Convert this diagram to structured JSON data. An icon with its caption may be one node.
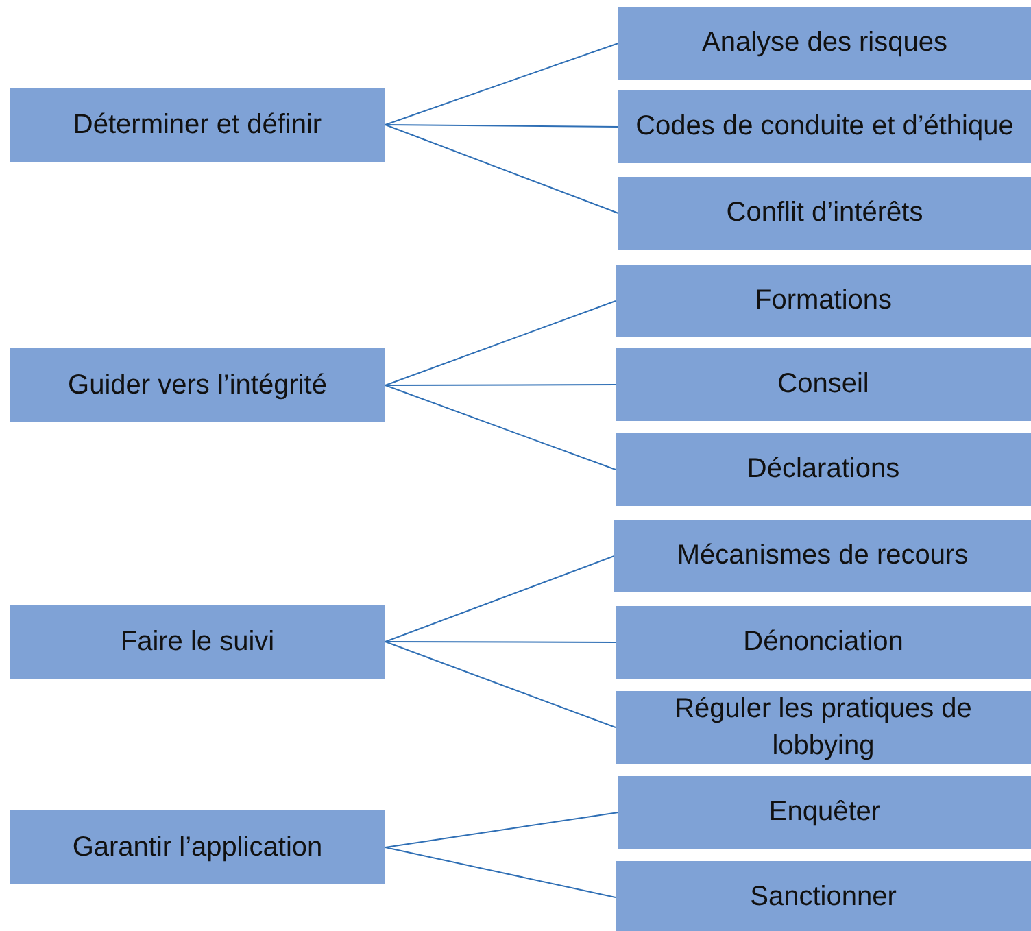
{
  "diagram": {
    "nodes": [
      {
        "text": [
          "Déterminer et définir"
        ]
      },
      {
        "text": [
          "Analyse des risques"
        ]
      },
      {
        "text": [
          "Codes de conduite et d’éthique"
        ]
      },
      {
        "text": [
          "Conflit d’intérêts"
        ]
      },
      {
        "text": [
          "Guider vers l’intégrité"
        ]
      },
      {
        "text": [
          "Formations"
        ]
      },
      {
        "text": [
          "Conseil"
        ]
      },
      {
        "text": [
          "Déclarations"
        ]
      },
      {
        "text": [
          "Faire le suivi"
        ]
      },
      {
        "text": [
          "Mécanismes de recours"
        ]
      },
      {
        "text": [
          "Dénonciation"
        ]
      },
      {
        "text": [
          "Réguler les pratiques de lobbying"
        ]
      },
      {
        "text": [
          "Garantir l’application"
        ]
      },
      {
        "text": [
          "Enquêter"
        ]
      },
      {
        "text": [
          "Sanctionner"
        ]
      }
    ],
    "edges": [
      {
        "from": 0,
        "to": 1,
        "arrow": "none"
      },
      {
        "from": 0,
        "to": 2,
        "arrow": "none"
      },
      {
        "from": 0,
        "to": 3,
        "arrow": "none"
      },
      {
        "from": 4,
        "to": 5,
        "arrow": "none"
      },
      {
        "from": 4,
        "to": 6,
        "arrow": "none"
      },
      {
        "from": 4,
        "to": 7,
        "arrow": "none"
      },
      {
        "from": 8,
        "to": 9,
        "arrow": "none"
      },
      {
        "from": 8,
        "to": 10,
        "arrow": "none"
      },
      {
        "from": 8,
        "to": 11,
        "arrow": "none"
      },
      {
        "from": 12,
        "to": 13,
        "arrow": "none"
      },
      {
        "from": 12,
        "to": 14,
        "arrow": "none"
      }
    ]
  }
}
